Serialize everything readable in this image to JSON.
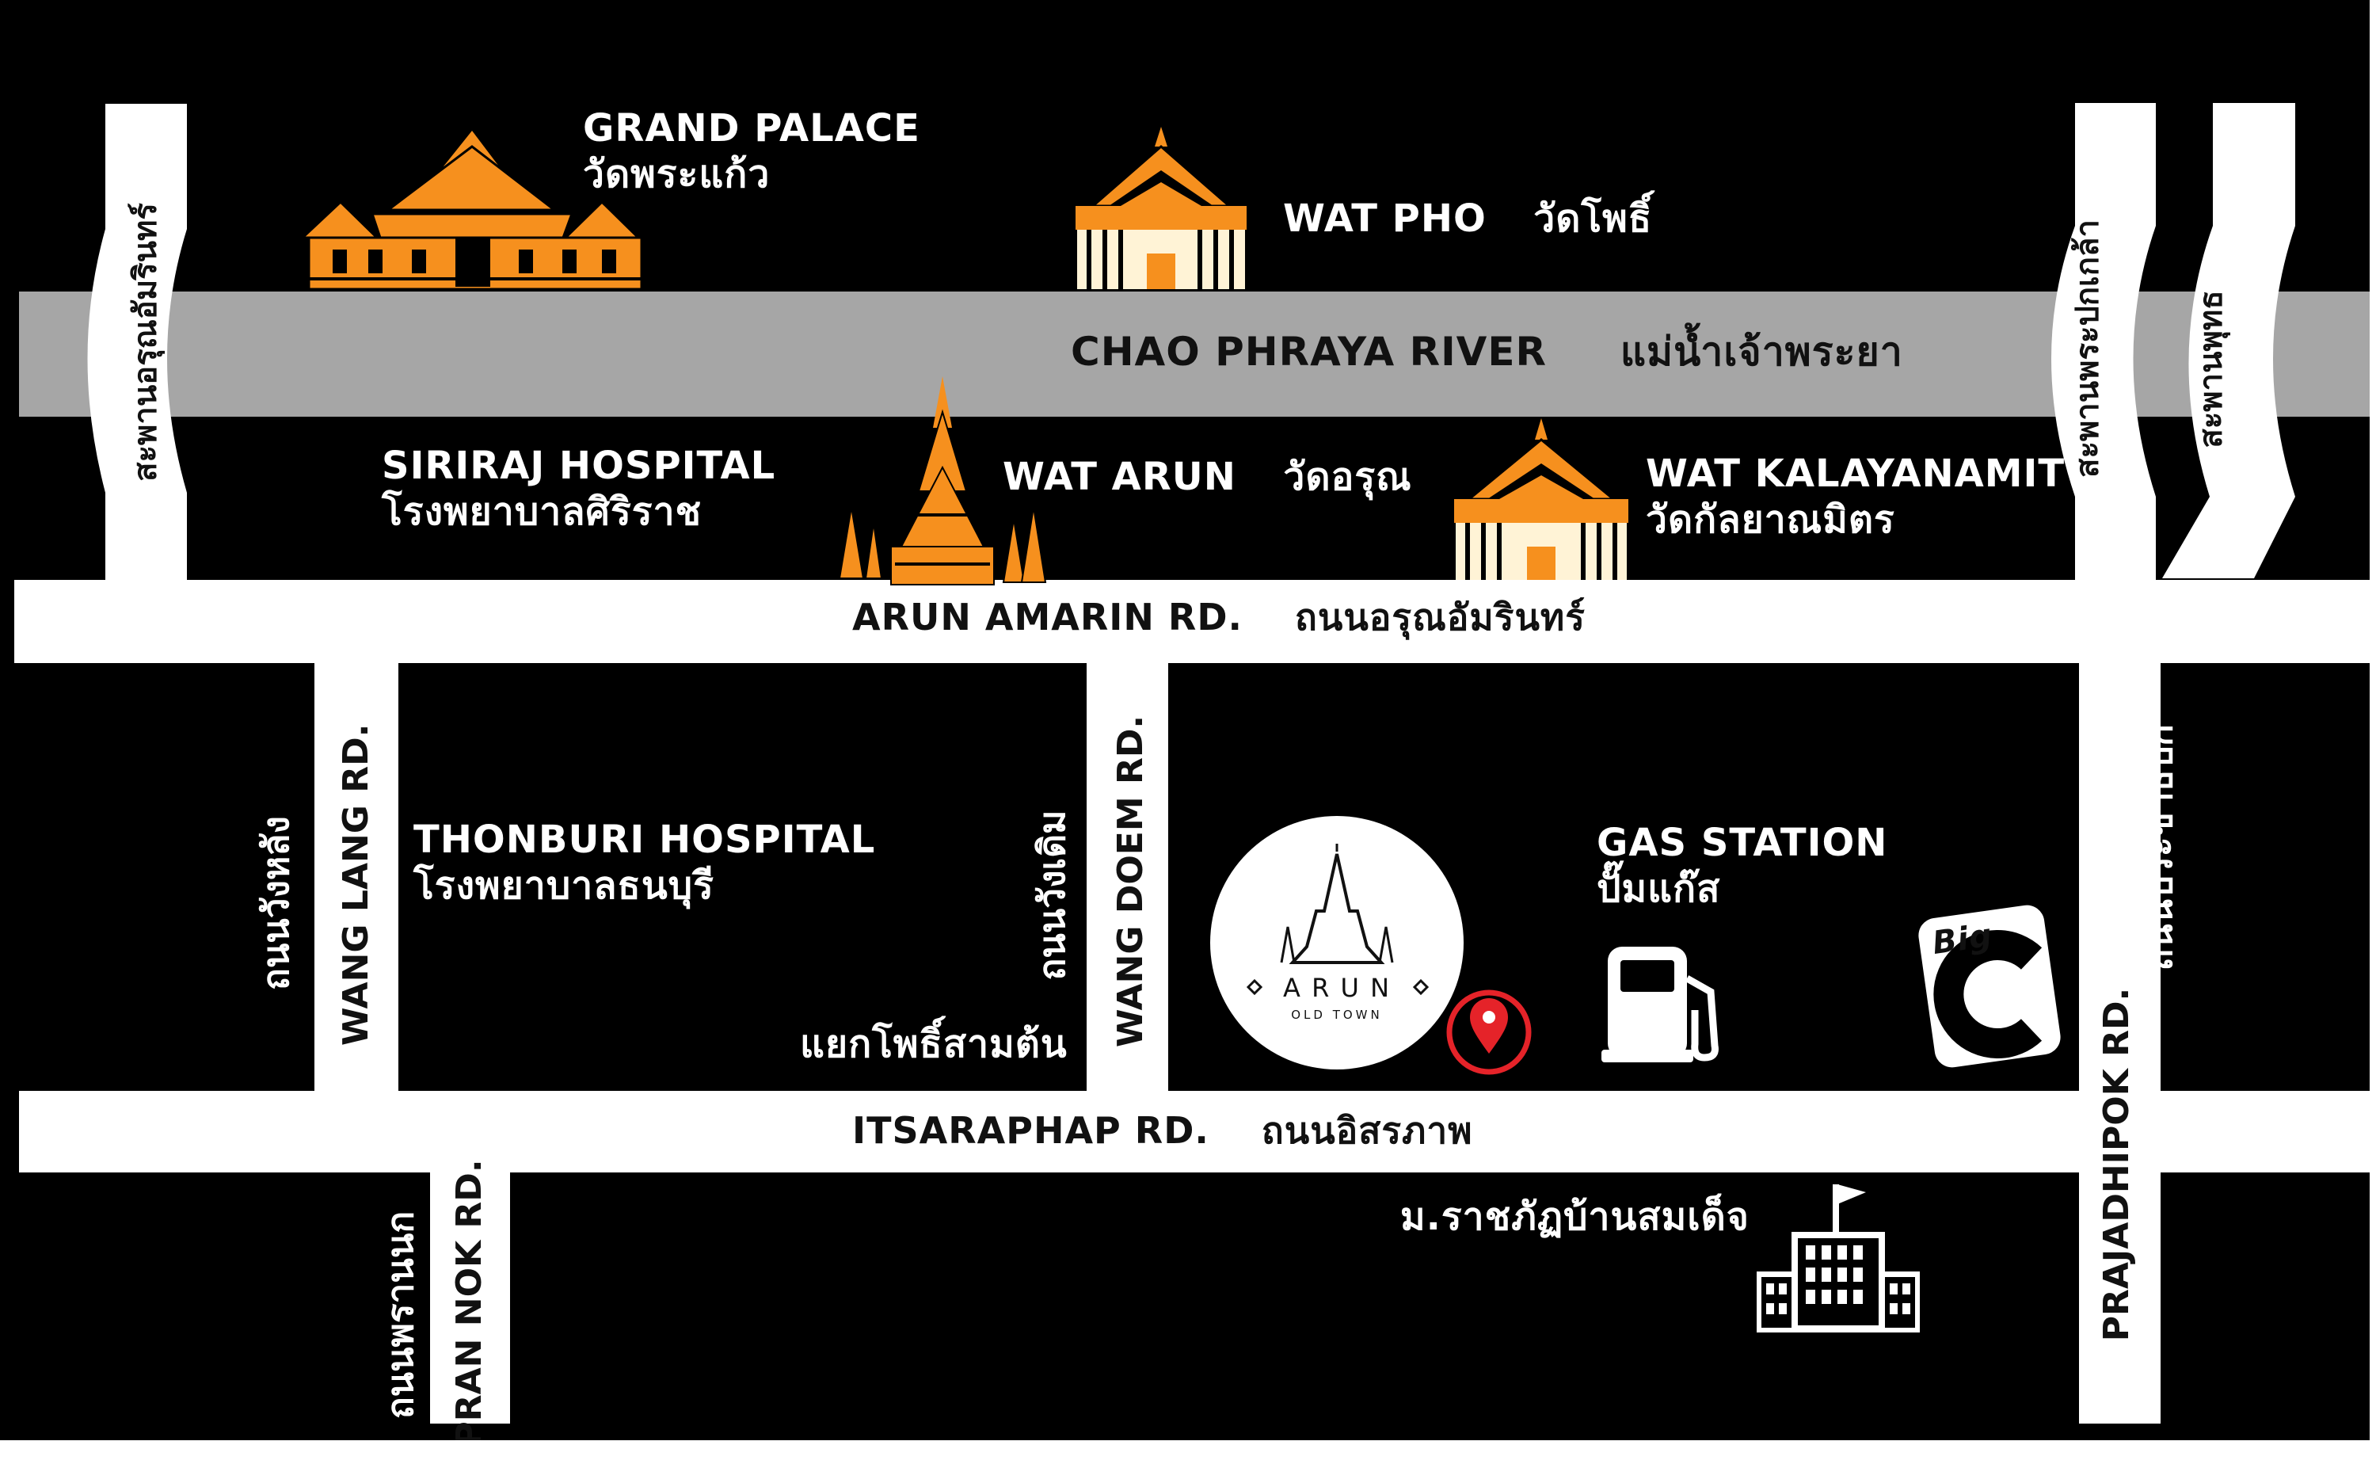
{
  "map": {
    "background_color": "#000000",
    "road_color": "#ffffff",
    "river_color": "#a6a6a6",
    "landmark_color": "#f6901e",
    "pin_color": "#e52329"
  },
  "river": {
    "label_en": "CHAO PHRAYA RIVER",
    "label_th": "แม่น้ำเจ้าพระยา"
  },
  "roads": {
    "arun_amarin": {
      "en": "ARUN AMARIN RD.",
      "th": "ถนนอรุณอัมรินทร์"
    },
    "itsaraphap": {
      "en": "ITSARAPHAP RD.",
      "th": "ถนนอิสรภาพ"
    },
    "wang_lang": {
      "en": "WANG LANG RD.",
      "th": "ถนนวังหลัง"
    },
    "wang_doem": {
      "en": "WANG DOEM RD.",
      "th": "ถนนวังเดิม"
    },
    "pran_nok": {
      "en": "PRAN NOK RD.",
      "th": "ถนนพรานนก"
    },
    "prajadhipok": {
      "en": "PRAJADHIPOK RD.",
      "th": "ถนนประชาธิปก"
    }
  },
  "bridges": {
    "arun_amarin": "สะพานอรุณอัมรินทร์",
    "phra_pokklao": "สะพานพระปกเกล้า",
    "phut": "สะพานพุทธ"
  },
  "places": {
    "grand_palace": {
      "en": "GRAND PALACE",
      "th": "วัดพระแก้ว",
      "icon": "grand-palace-icon"
    },
    "wat_pho": {
      "en": "WAT PHO",
      "th": "วัดโพธิ์",
      "icon": "temple-icon"
    },
    "siriraj": {
      "en": "SIRIRAJ HOSPITAL",
      "th": "โรงพยาบาลศิริราช"
    },
    "wat_arun": {
      "en": "WAT ARUN",
      "th": "วัดอรุณ",
      "icon": "wat-arun-icon"
    },
    "wat_kalayanamit": {
      "en": "WAT KALAYANAMIT",
      "th": "วัดกัลยาณมิตร",
      "icon": "temple-icon"
    },
    "thonburi": {
      "en": "THONBURI HOSPITAL",
      "th": "โรงพยาบาลธนบุรี"
    },
    "intersection": {
      "th": "แยกโพธิ์สามต้น"
    },
    "gas_station": {
      "en": "GAS STATION",
      "th": "ปั๊มแก๊ส",
      "icon": "gas-pump-icon"
    },
    "big_c": {
      "text": "Big",
      "icon": "big-c-logo"
    },
    "university": {
      "th": "ม.ราชภัฏบ้านสมเด็จ",
      "icon": "building-icon"
    }
  },
  "logo": {
    "name": "A R U N",
    "tagline": "OLD TOWN",
    "icon": "location-pin-icon"
  }
}
